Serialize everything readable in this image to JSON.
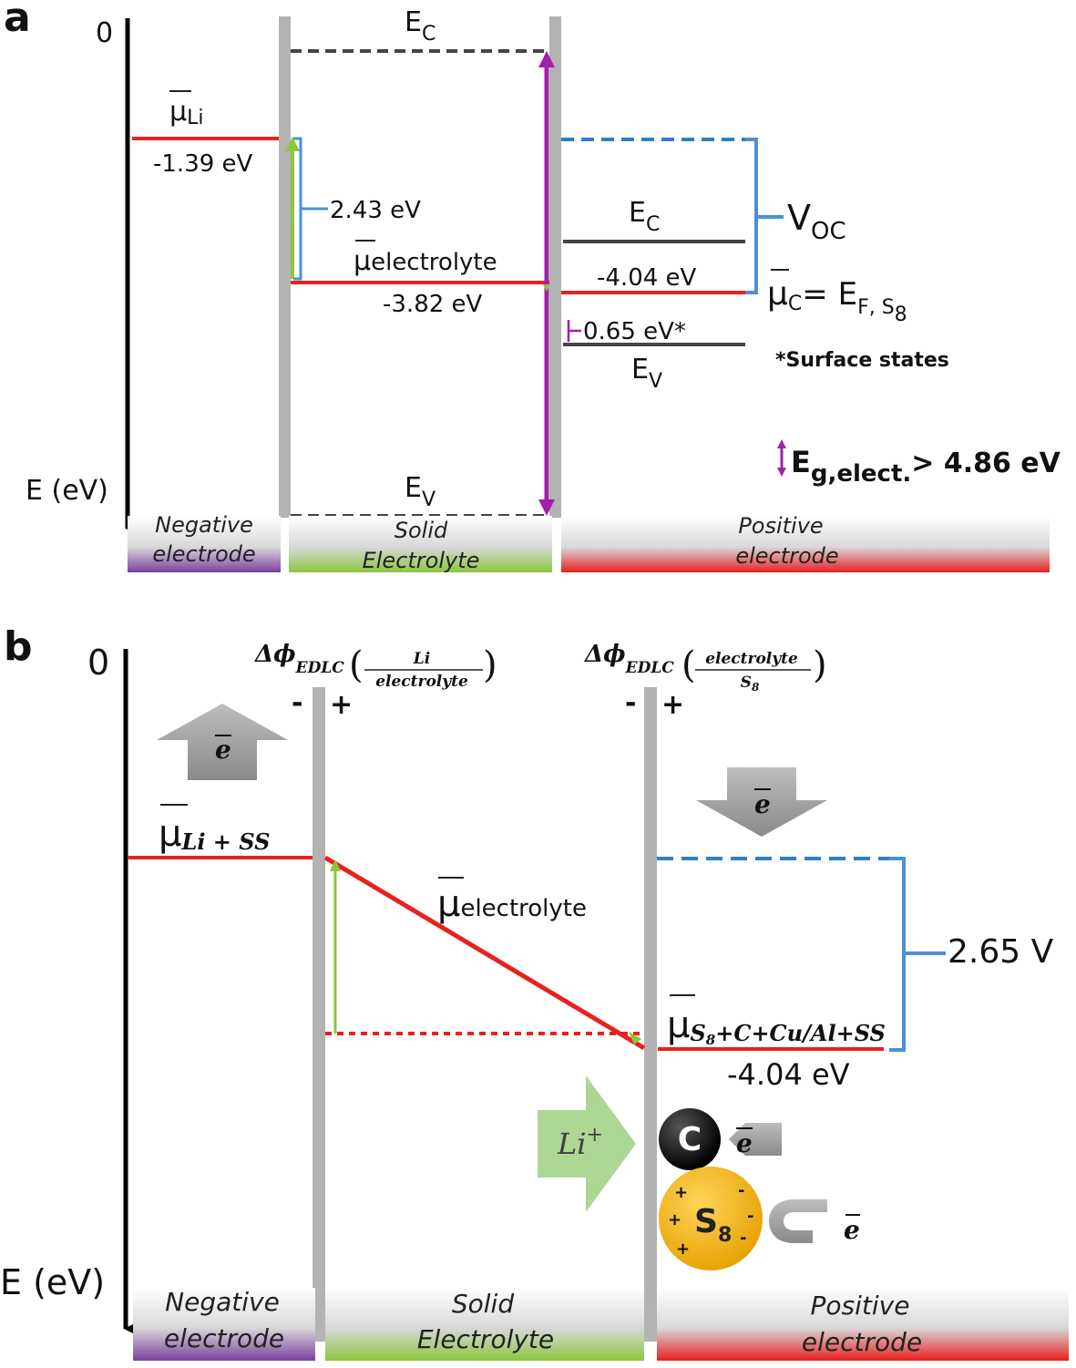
{
  "panel_a": {
    "label": "a",
    "axis_zero": "0",
    "axis_label": "E (eV)",
    "mu_li": {
      "symbol": "μ",
      "subscript": "Li",
      "value": "-1.39 eV"
    },
    "ec_top": {
      "main": "E",
      "sub": "C"
    },
    "ev_bottom": {
      "main": "E",
      "sub": "V"
    },
    "gap_green": "2.43 eV",
    "mu_electrolyte": {
      "symbol": "μ",
      "subscript": "electrolyte",
      "value": "-3.82 eV"
    },
    "cathode_ec": {
      "main": "E",
      "sub": "C"
    },
    "cathode_ev": {
      "main": "E",
      "sub": "V"
    },
    "cathode_value": "-4.04 eV",
    "surface_gap": "0.65 eV*",
    "voc": {
      "main": "V",
      "sub": "OC"
    },
    "mu_c": {
      "symbol": "μ",
      "sub": "C",
      "equals": "= E",
      "ef_sub": "F, S",
      "s_sub": "8"
    },
    "surface_note": "*Surface states",
    "eg": {
      "main": "E",
      "sub": "g,elect.",
      "rest": "> 4.86 eV"
    },
    "bars": {
      "negative": [
        "Negative",
        "electrode"
      ],
      "solid": [
        "Solid",
        "Electrolyte"
      ],
      "positive": [
        "Positive",
        "electrode"
      ]
    }
  },
  "panel_b": {
    "label": "b",
    "axis_zero": "0",
    "axis_label": "E (eV)",
    "dphi_left": {
      "delta": "Δϕ",
      "sub": "EDLC",
      "num": "Li",
      "den": "electrolyte"
    },
    "dphi_right": {
      "delta": "Δϕ",
      "sub": "EDLC",
      "num": "electrolyte",
      "den": "S",
      "den_sub": "8"
    },
    "minus": "-",
    "plus": "+",
    "electron": "e",
    "mu_li_ss": {
      "symbol": "μ",
      "subscript": "Li + SS"
    },
    "mu_electrolyte": {
      "symbol": "μ",
      "subscript": "electrolyte"
    },
    "mu_s8": {
      "symbol": "μ",
      "sub_a": "S",
      "sub_b": "8",
      "sub_c": "+C+Cu/Al+SS",
      "value": "-4.04 eV"
    },
    "voltage": "2.65 V",
    "li_plus": "Li",
    "li_charge": "+",
    "carbon": "C",
    "sulfur": {
      "main": "S",
      "sub": "8"
    },
    "bars": {
      "negative": [
        "Negative",
        "electrode"
      ],
      "solid": [
        "Solid",
        "Electrolyte"
      ],
      "positive": [
        "Positive",
        "electrode"
      ]
    }
  },
  "colors": {
    "red_level": "#e8201f",
    "blue_bracket": "#4a90d9",
    "blue_dash": "#2e7fc6",
    "green_arrow": "#8cc63f",
    "purple_arrow": "#a020a8",
    "electrode_gray": "#b3b3b3",
    "negative_bar": "#7b3fa0",
    "solid_bar": "#8cc63f",
    "positive_bar": "#e8201f",
    "sulfur_yellow": "#f2b21b"
  }
}
